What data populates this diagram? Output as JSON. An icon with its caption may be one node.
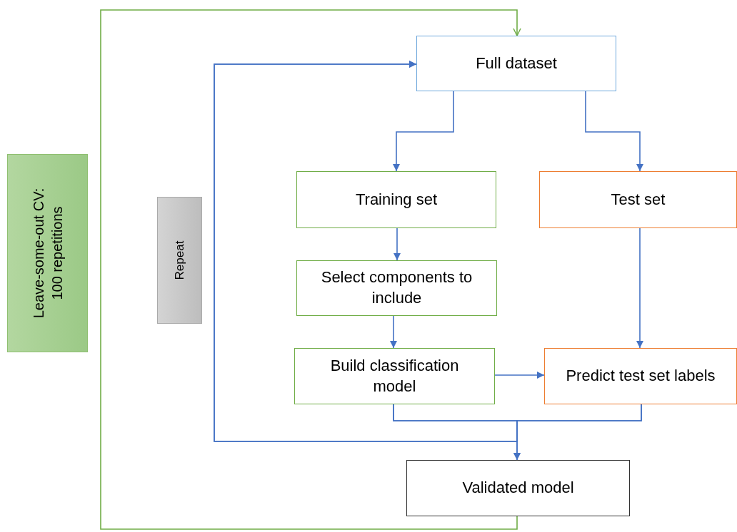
{
  "diagram": {
    "nodes": [
      {
        "text": [
          "Leave-some-out CV: 100 repetitions"
        ]
      },
      {
        "text": [
          "Repeat"
        ]
      },
      {
        "text": [
          "Full dataset"
        ]
      },
      {
        "text": [
          "Training set"
        ]
      },
      {
        "text": [
          "Test set"
        ]
      },
      {
        "text": [
          "Select components to include"
        ]
      },
      {
        "text": [
          "Build classification model"
        ]
      },
      {
        "text": [
          "Predict test set labels"
        ]
      },
      {
        "text": [
          "Validated model"
        ]
      }
    ],
    "edges": [
      {
        "from": 2,
        "to": 3,
        "arrow": "to"
      },
      {
        "from": 2,
        "to": 4,
        "arrow": "to"
      },
      {
        "from": 3,
        "to": 5,
        "arrow": "to"
      },
      {
        "from": 5,
        "to": 6,
        "arrow": "to"
      },
      {
        "from": 4,
        "to": 7,
        "arrow": "to"
      },
      {
        "from": 6,
        "to": 7,
        "arrow": "to"
      },
      {
        "from": 6,
        "to": 8,
        "arrow": "to"
      },
      {
        "from": 7,
        "to": 8,
        "arrow": "to"
      },
      {
        "from": 6,
        "to": 2,
        "arrow": "to"
      },
      {
        "from": 7,
        "to": 2,
        "arrow": "to"
      },
      {
        "from": 8,
        "to": 2,
        "arrow": "to",
        "color": "#70ad47"
      }
    ]
  }
}
